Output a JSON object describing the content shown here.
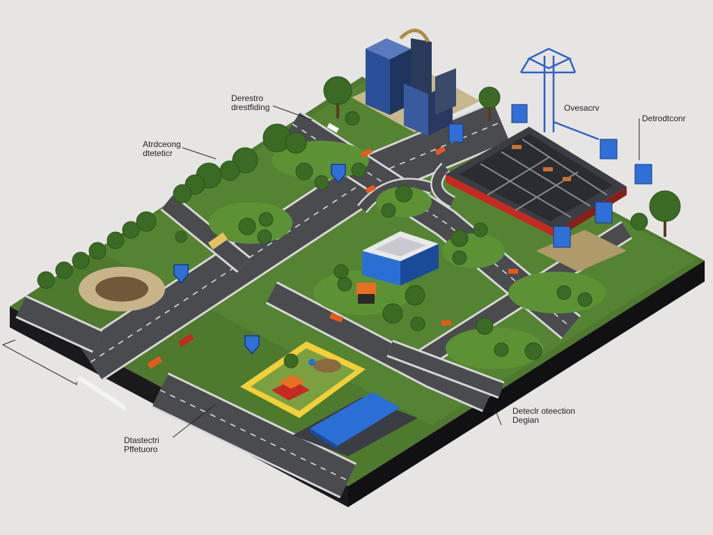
{
  "callouts": {
    "top_left": {
      "line1": "Derestro",
      "line2": "drestfiding"
    },
    "mid_left": {
      "line1": "Atrdceong",
      "line2": "dteteticr"
    },
    "top_center": {
      "line1": "Ovesacrv"
    },
    "top_right": {
      "line1": "Detrodtconr"
    },
    "bottom_right": {
      "line1": "Deteclr oteection",
      "line2": "Degian"
    },
    "bottom_left": {
      "line1": "Dtastectri",
      "line2": "Pffetuoro"
    }
  },
  "colors": {
    "background": "#e6e5e4",
    "grass": "#4e7a2e",
    "grass_light": "#6a9a3c",
    "road": "#4a4b4e",
    "road_edge": "#d8d8d8",
    "slab_side": "#1a1a1c",
    "tree": "#3a6a24",
    "sensor_blue": "#2e6fd8",
    "vehicle_orange": "#e85a1c",
    "station_roof": "#3a3d44",
    "station_red": "#c52a22",
    "playground_yellow": "#f4d038",
    "canopy_blue": "#2a6fd6"
  },
  "icons": [
    "map-pin-icon",
    "sensor-box-icon",
    "transmission-tower-icon",
    "tree-icon",
    "vehicle-icon"
  ]
}
